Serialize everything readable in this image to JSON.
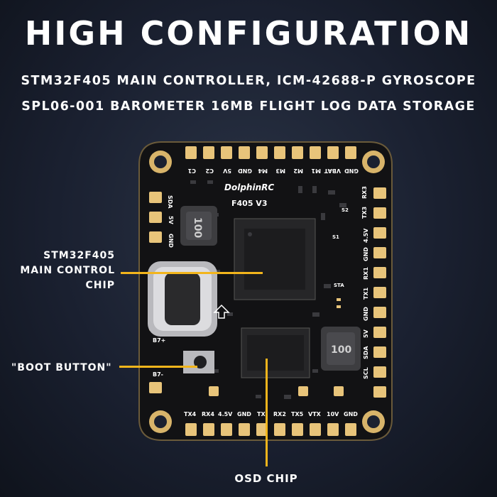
{
  "headline": "HIGH CONFIGURATION",
  "subline_1": "STM32F405 MAIN CONTROLLER, ICM-42688-P GYROSCOPE",
  "subline_2": "SPL06-001 BAROMETER 16MB FLIGHT LOG DATA STORAGE",
  "board": {
    "brand": "DolphinRC",
    "model": "F405 V3",
    "inductor_mark": "100",
    "top_pads": [
      "C1",
      "C2",
      "5V",
      "GND",
      "M4",
      "M3",
      "M2",
      "M1",
      "VBAT",
      "GND"
    ],
    "left_pads": [
      "SDA",
      "5V",
      "GND"
    ],
    "right_pads": [
      "RX3",
      "TX3",
      "4.5V",
      "GND",
      "RX1",
      "TX1",
      "GND",
      "5V",
      "SDA",
      "SCL"
    ],
    "bottom_pads": [
      "TX4",
      "RX4",
      "4.5V",
      "GND",
      "TX",
      "RX2",
      "TX5",
      "VTX",
      "10V",
      "GND"
    ],
    "small_labels": [
      "S1",
      "S2",
      "STA",
      "B7+",
      "B7-"
    ]
  },
  "callouts": {
    "main_chip": [
      "STM32F405",
      "MAIN CONTROL",
      "CHIP"
    ],
    "boot_button": "\"BOOT BUTTON\"",
    "osd_chip": "OSD CHIP"
  },
  "colors": {
    "accent": "#f2b51c",
    "pcb": "#121214",
    "pad": "#e8c47a"
  }
}
